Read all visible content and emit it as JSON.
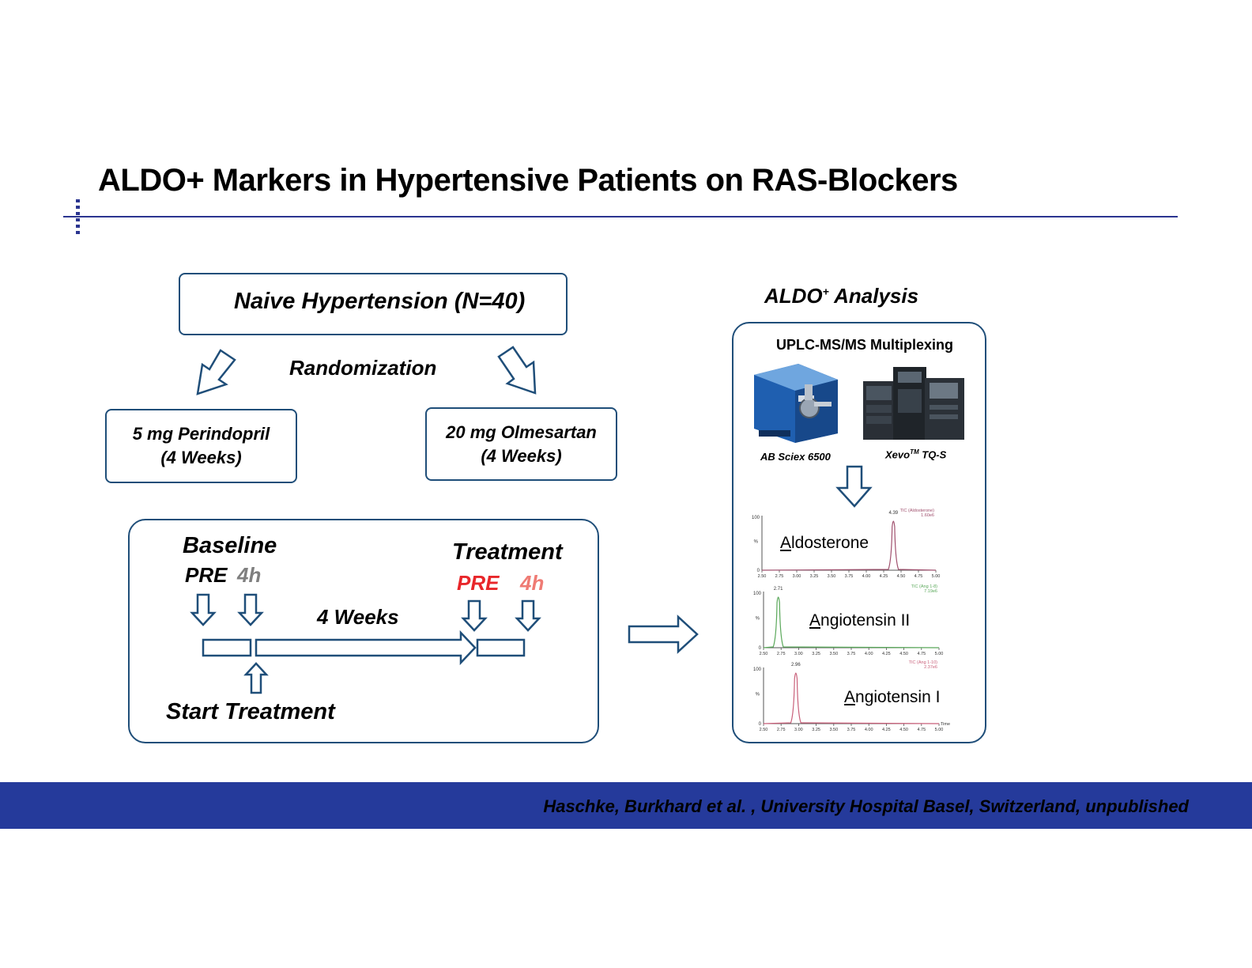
{
  "slide": {
    "title": "ALDO+ Markers in Hypertensive Patients on RAS-Blockers",
    "footer": "Haschke, Burkhard et al. , University Hospital Basel, Switzerland, unpublished"
  },
  "study": {
    "naive_box": "Naive Hypertension (N=40)",
    "randomization": "Randomization",
    "arm_left": {
      "line1": "5 mg Perindopril",
      "line2": "(4 Weeks)"
    },
    "arm_right": {
      "line1": "20 mg Olmesartan",
      "line2": "(4 Weeks)"
    }
  },
  "timeline": {
    "baseline": "Baseline",
    "baseline_pre": "PRE",
    "baseline_4h": "4h",
    "treatment": "Treatment",
    "treatment_pre": "PRE",
    "treatment_4h": "4h",
    "duration": "4 Weeks",
    "start": "Start Treatment",
    "colors": {
      "pre_treat": "#e8262a",
      "h4_treat": "#ef7b74",
      "h4_base": "#7f7f7f"
    }
  },
  "analysis": {
    "heading_main": "ALDO",
    "heading_sup": "+",
    "heading_rest": " Analysis",
    "method": "UPLC-MS/MS Multiplexing",
    "instrument_1": "AB Sciex 6500",
    "instrument_2_main": "Xevo",
    "instrument_2_sup": "TM",
    "instrument_2_rest": " TQ-S",
    "chromatograms": [
      {
        "initial": "A",
        "rest": "ldosterone",
        "peak_label": "4.39",
        "peak_x": 4.39,
        "color": "#a0506e",
        "tic": [
          "TIC (Aldosterone)",
          "1.60e6"
        ]
      },
      {
        "initial": "A",
        "rest": "ngiotensin II",
        "peak_label": "2.71",
        "peak_x": 2.71,
        "color": "#5aa85a",
        "tic": [
          "TIC (Ang 1-8)",
          "7.19e6"
        ]
      },
      {
        "initial": "A",
        "rest": "ngiotensin I",
        "peak_label": "2.96",
        "peak_x": 2.96,
        "color": "#c9607a",
        "tic": [
          "TIC (Ang 1-10)",
          "2.37e6"
        ]
      }
    ],
    "axis": {
      "x_ticks": [
        "2.50",
        "2.75",
        "3.00",
        "3.25",
        "3.50",
        "3.75",
        "4.00",
        "4.25",
        "4.50",
        "4.75",
        "5.00"
      ],
      "y_top": "100",
      "y_bottom": "0",
      "y_mid": "%",
      "x_unit": "Time"
    }
  }
}
